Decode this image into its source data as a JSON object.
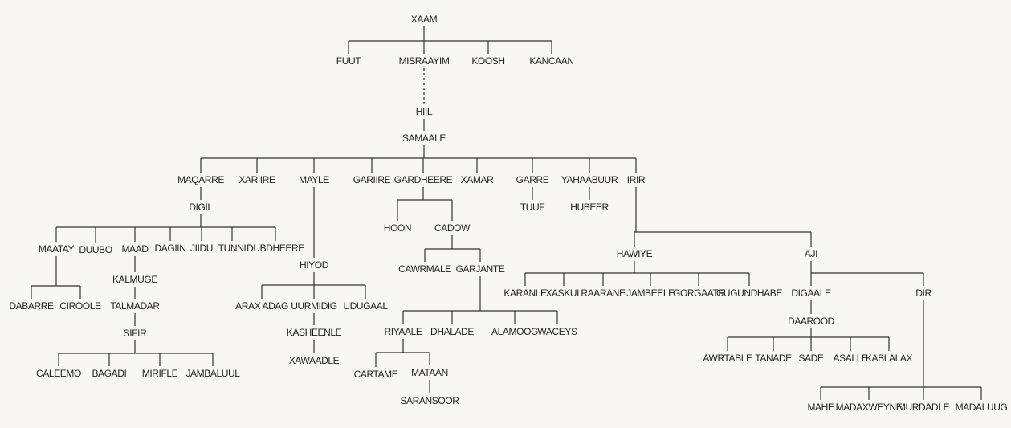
{
  "title": "XAAM",
  "nodes": {
    "xaam": "XAAM",
    "fuut": "FUUT",
    "misraayim": "MISRAAYIM",
    "koosh": "KOOSH",
    "kancaan": "KANCAAN",
    "hiil": "HIIL",
    "samaale": "SAMAALE",
    "maqarre": "MAQARRE",
    "xariire": "XARIIRE",
    "mayle": "MAYLE",
    "gariire": "GARIIRE",
    "gardheere": "GARDHEERE",
    "xamar": "XAMAR",
    "garre": "GARRE",
    "yahaabuur": "YAHAABUUR",
    "irir": "IRIR",
    "digil": "DIGIL",
    "maatay": "MAATAY",
    "duubo": "DUUBO",
    "maad": "MAAD",
    "dagiin": "DAGIIN",
    "jiidu": "JIIDU",
    "tunni": "TUNNI",
    "dubdheere": "DUBDHEERE",
    "dabarre": "DABARRE",
    "ciroole": "CIROOLE",
    "kalmuge": "KALMUGE",
    "talmadar": "TALMADAR",
    "sifir": "SIFIR",
    "caleemo": "CALEEMO",
    "bagadi": "BAGADI",
    "mirifle": "MIRIFLE",
    "jambaluul": "JAMBALUUL",
    "hiyod": "HIYOD",
    "arax_adag": "ARAX ADAG",
    "uurmidig": "UURMIDIG",
    "udugaal": "UDUGAAL",
    "kasheenle": "KASHEENLE",
    "xawaadle": "XAWAADLE",
    "tuuf": "TUUF",
    "hubeer": "HUBEER",
    "hoon": "HOON",
    "cadow": "CADOW",
    "cawrmale": "CAWRMALE",
    "garjante": "GARJANTE",
    "riyaale": "RIYAALE",
    "dhalade": "DHALADE",
    "alamoog": "ALAMOOG",
    "waceys": "WACEYS",
    "cartame": "CARTAME",
    "mataan": "MATAAN",
    "saransoor": "SARANSOOR",
    "hawiye": "HAWIYE",
    "aji": "AJI",
    "karanle": "KARANLE",
    "xaskul": "XASKUL",
    "raarane": "RAARANE",
    "jambeele": "JAMBEELE",
    "gorgaate": "GORGAATE",
    "gugundhabe": "GUGUNDHABE",
    "digaale": "DIGAALE",
    "dir": "DIR",
    "daarood": "DAAROOD",
    "awrtable": "AWRTABLE",
    "tanade": "TANADE",
    "sade": "SADE",
    "asalle": "ASALLE",
    "kablalax": "KABLALAX",
    "mahe": "MAHE",
    "madaxweyne": "MADAXWEYNE",
    "murdadle": "MURDADLE",
    "madaluug": "MADALUUG"
  },
  "colors": {
    "background": "#f8f7f3",
    "text": "#222222",
    "line": "#333333"
  }
}
